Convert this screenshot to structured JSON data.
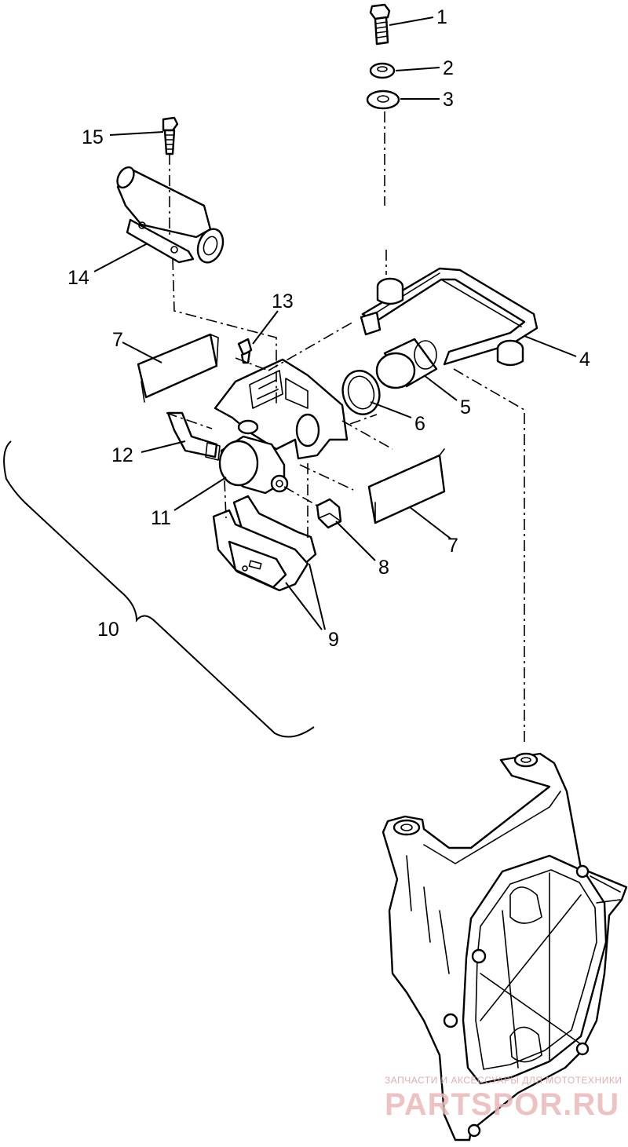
{
  "callouts": [
    {
      "id": "1",
      "label": "1"
    },
    {
      "id": "2",
      "label": "2"
    },
    {
      "id": "3",
      "label": "3"
    },
    {
      "id": "4",
      "label": "4"
    },
    {
      "id": "5",
      "label": "5"
    },
    {
      "id": "6",
      "label": "6"
    },
    {
      "id": "7a",
      "label": "7"
    },
    {
      "id": "7b",
      "label": "7"
    },
    {
      "id": "8",
      "label": "8"
    },
    {
      "id": "9",
      "label": "9"
    },
    {
      "id": "10",
      "label": "10"
    },
    {
      "id": "11",
      "label": "11"
    },
    {
      "id": "12",
      "label": "12"
    },
    {
      "id": "13",
      "label": "13"
    },
    {
      "id": "14",
      "label": "14"
    },
    {
      "id": "15",
      "label": "15"
    }
  ],
  "watermark": {
    "small_text": "ЗАПЧАСТИ И АКСЕССУАРЫ ДЛЯ МОТОТЕХНИКИ",
    "big_text": "PARTSPOR.RU",
    "color": "#e6b0b0"
  }
}
